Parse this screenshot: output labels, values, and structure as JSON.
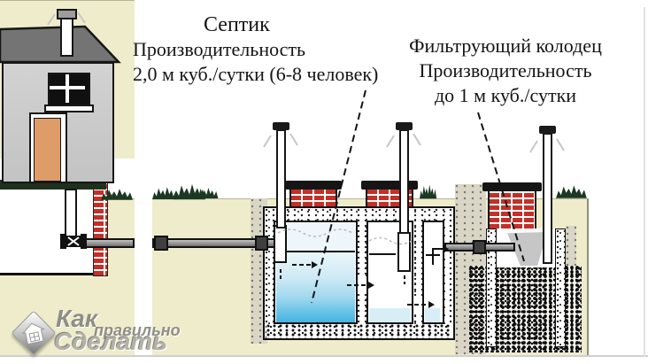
{
  "labels": {
    "septic": {
      "title": "Септик",
      "line1": "Производительность",
      "line2": "2,0 м куб./сутки (6-8 человек)"
    },
    "filter_well": {
      "title": "Фильтрующий колодец",
      "line1": "Производительность",
      "line2": "до 1 м куб./сутки"
    }
  },
  "watermark": {
    "word1": "Как",
    "word2": "правильно",
    "word3": "Сделать"
  },
  "icons": {
    "watermark_logo": "house-icon",
    "vent": "vent-pipe-icon",
    "valve": "check-valve-icon",
    "grass": "grass-tuft-icon"
  },
  "colors": {
    "ground_beige": "#efeccb",
    "backfill_gray": "#d9d6c6",
    "brick_red": "#c33028",
    "roof_gray": "#747474",
    "house_wall_gray": "#cbcbcb",
    "door_orange": "#de9c69",
    "water_light": "#eaf6fa",
    "water_deep": "#46b3e0",
    "grass_green": "#1b3823",
    "outline_black": "#111111",
    "watermark_gray": "#8f8e85"
  }
}
